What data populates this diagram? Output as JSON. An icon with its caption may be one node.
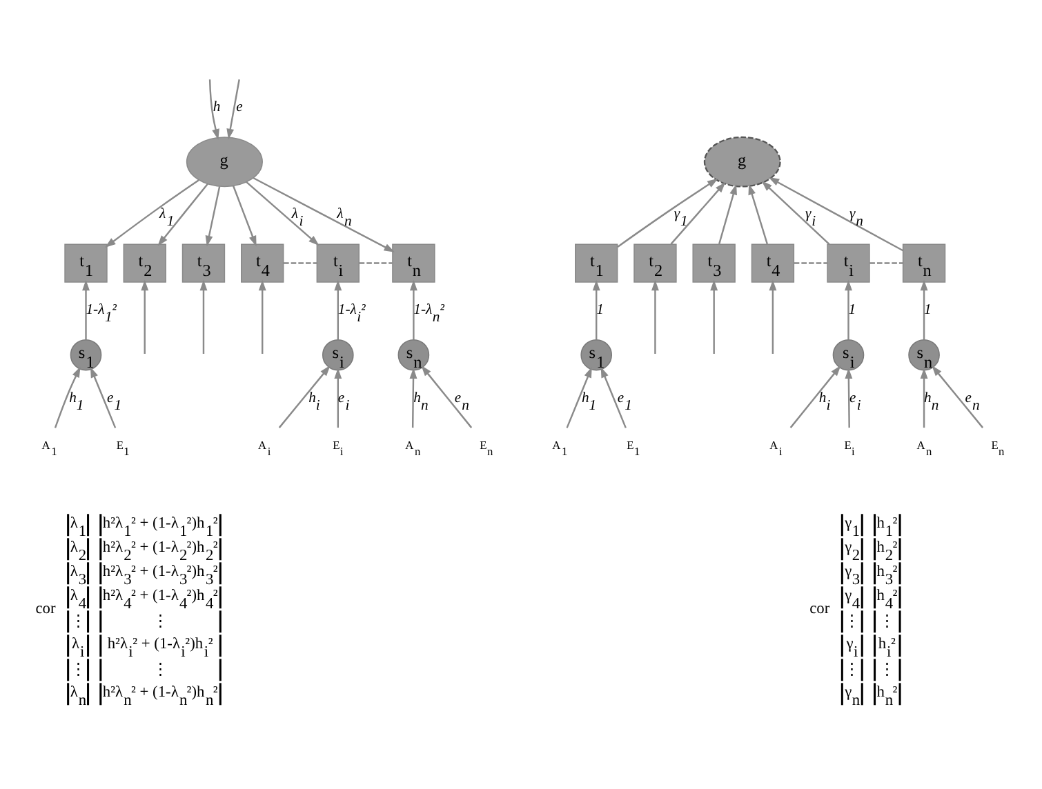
{
  "diagram": {
    "nodes": [
      {
        "text": [
          "g"
        ]
      },
      {
        "text": [
          "t$_{1}$"
        ]
      },
      {
        "text": [
          "t$_{2}$"
        ]
      },
      {
        "text": [
          "t$_{3}$"
        ]
      },
      {
        "text": [
          "t$_{4}$"
        ]
      },
      {
        "text": [
          "t$_{i}$"
        ]
      },
      {
        "text": [
          "t$_{n}$"
        ]
      },
      {
        "text": [
          "s$_{1}$"
        ]
      },
      {
        "text": [
          "s$_{i}$"
        ]
      },
      {
        "text": [
          "s$_{n}$"
        ]
      },
      {
        "text": [
          "A$_{1}$"
        ]
      },
      {
        "text": [
          "E$_{1}$"
        ]
      },
      {
        "text": [
          "A$_{i}$"
        ]
      },
      {
        "text": [
          "E$_{i}$"
        ]
      },
      {
        "text": [
          "A$_{n}$"
        ]
      },
      {
        "text": [
          "E$_{n}$"
        ]
      },
      {
        "text": [
          "g"
        ]
      },
      {
        "text": [
          "t$_{1}$"
        ]
      },
      {
        "text": [
          "t$_{2}$"
        ]
      },
      {
        "text": [
          "t$_{3}$"
        ]
      },
      {
        "text": [
          "t$_{4}$"
        ]
      },
      {
        "text": [
          "t$_{i}$"
        ]
      },
      {
        "text": [
          "t$_{n}$"
        ]
      },
      {
        "text": [
          "s$_{1}$"
        ]
      },
      {
        "text": [
          "s$_{i}$"
        ]
      },
      {
        "text": [
          "s$_{n}$"
        ]
      },
      {
        "text": [
          "A$_{1}$"
        ]
      },
      {
        "text": [
          "E$_{1}$"
        ]
      },
      {
        "text": [
          "A$_{i}$"
        ]
      },
      {
        "text": [
          "E$_{i}$"
        ]
      },
      {
        "text": [
          "A$_{n}$"
        ]
      },
      {
        "text": [
          "E$_{n}$"
        ]
      }
    ],
    "edges": [
      {
        "from": null,
        "to": 0,
        "arrow": "to",
        "label": "h"
      },
      {
        "from": null,
        "to": 0,
        "arrow": "to",
        "label": "e"
      },
      {
        "from": 0,
        "to": 1,
        "arrow": "to",
        "label": "λ$_{1}$"
      },
      {
        "from": 0,
        "to": 2,
        "arrow": "to"
      },
      {
        "from": 0,
        "to": 3,
        "arrow": "to"
      },
      {
        "from": 0,
        "to": 4,
        "arrow": "to"
      },
      {
        "from": 0,
        "to": 5,
        "arrow": "to",
        "label": "λ$_{i}$"
      },
      {
        "from": 0,
        "to": 6,
        "arrow": "to",
        "label": "λ$_{n}$"
      },
      {
        "from": 4,
        "to": 5,
        "arrow": "none",
        "style": "dashed"
      },
      {
        "from": 5,
        "to": 6,
        "arrow": "none",
        "style": "dashed"
      },
      {
        "from": 7,
        "to": 1,
        "arrow": "to",
        "label": "1-λ$_{1}$²"
      },
      {
        "from": null,
        "to": 2,
        "arrow": "to"
      },
      {
        "from": null,
        "to": 3,
        "arrow": "to"
      },
      {
        "from": null,
        "to": 4,
        "arrow": "to"
      },
      {
        "from": 8,
        "to": 5,
        "arrow": "to",
        "label": "1-λ$_{i}$²"
      },
      {
        "from": 9,
        "to": 6,
        "arrow": "to",
        "label": "1-λ$_{n}$²"
      },
      {
        "from": 10,
        "to": 7,
        "arrow": "to",
        "label": "h$_{1}$"
      },
      {
        "from": 11,
        "to": 7,
        "arrow": "to",
        "label": "e$_{1}$"
      },
      {
        "from": 12,
        "to": 8,
        "arrow": "to",
        "label": "h$_{i}$"
      },
      {
        "from": 13,
        "to": 8,
        "arrow": "to",
        "label": "e$_{i}$"
      },
      {
        "from": 14,
        "to": 9,
        "arrow": "to",
        "label": "h$_{n}$"
      },
      {
        "from": 15,
        "to": 9,
        "arrow": "to",
        "label": "e$_{n}$"
      },
      {
        "from": 17,
        "to": 16,
        "arrow": "to",
        "label": "γ$_{1}$"
      },
      {
        "from": 18,
        "to": 16,
        "arrow": "to"
      },
      {
        "from": 19,
        "to": 16,
        "arrow": "to"
      },
      {
        "from": 20,
        "to": 16,
        "arrow": "to"
      },
      {
        "from": 21,
        "to": 16,
        "arrow": "to",
        "label": "γ$_{i}$"
      },
      {
        "from": 22,
        "to": 16,
        "arrow": "to",
        "label": "γ$_{n}$"
      },
      {
        "from": 20,
        "to": 21,
        "arrow": "none",
        "style": "dashed"
      },
      {
        "from": 21,
        "to": 22,
        "arrow": "none",
        "style": "dashed"
      },
      {
        "from": 23,
        "to": 17,
        "arrow": "to",
        "label": "1"
      },
      {
        "from": null,
        "to": 18,
        "arrow": "to"
      },
      {
        "from": null,
        "to": 19,
        "arrow": "to"
      },
      {
        "from": null,
        "to": 20,
        "arrow": "to"
      },
      {
        "from": 24,
        "to": 21,
        "arrow": "to",
        "label": "1"
      },
      {
        "from": 25,
        "to": 22,
        "arrow": "to",
        "label": "1"
      },
      {
        "from": 26,
        "to": 23,
        "arrow": "to",
        "label": "h$_{1}$"
      },
      {
        "from": 27,
        "to": 23,
        "arrow": "to",
        "label": "e$_{1}$"
      },
      {
        "from": 28,
        "to": 24,
        "arrow": "to",
        "label": "h$_{i}$"
      },
      {
        "from": 29,
        "to": 24,
        "arrow": "to",
        "label": "e$_{i}$"
      },
      {
        "from": 30,
        "to": 25,
        "arrow": "to",
        "label": "h$_{n}$"
      },
      {
        "from": 31,
        "to": 25,
        "arrow": "to",
        "label": "e$_{n}$"
      }
    ],
    "labels": [
      "cor",
      "λ$_{1}$",
      "h²λ$_{1}$² + (1-λ$_{1}$²)h$_{1}$²",
      "λ$_{2}$",
      "h²λ$_{2}$² + (1-λ$_{2}$²)h$_{2}$²",
      "λ$_{3}$",
      "h²λ$_{3}$² + (1-λ$_{3}$²)h$_{3}$²",
      "λ$_{4}$",
      "h²λ$_{4}$² + (1-λ$_{4}$²)h$_{4}$²",
      "⋮",
      "⋮",
      "λ$_{i}$",
      "h²λ$_{i}$² + (1-λ$_{i}$²)h$_{i}$²",
      "⋮",
      "⋮",
      "λ$_{n}$",
      "h²λ$_{n}$² + (1-λ$_{n}$²)h$_{n}$²",
      "cor",
      "γ$_{1}$",
      "h$_{1}$²",
      "γ$_{2}$",
      "h$_{2}$²",
      "γ$_{3}$",
      "h$_{3}$²",
      "γ$_{4}$",
      "h$_{4}$²",
      "⋮",
      "⋮",
      "γ$_{i}$",
      "h$_{i}$²",
      "⋮",
      "⋮",
      "γ$_{n}$",
      "h$_{n}$²"
    ]
  }
}
